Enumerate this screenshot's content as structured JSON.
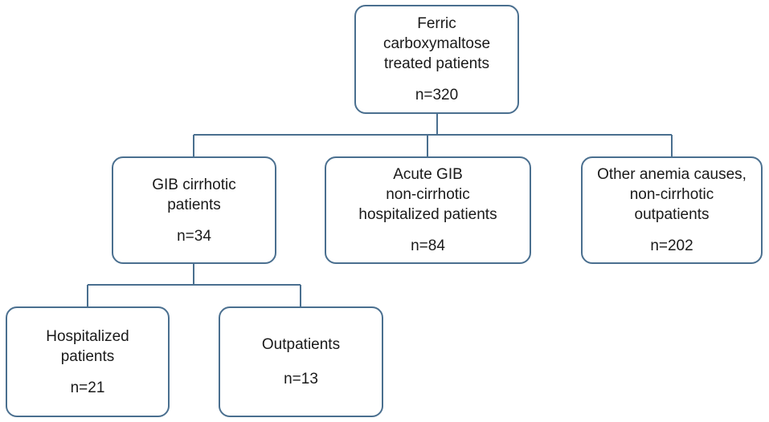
{
  "flowchart": {
    "root": {
      "label": "Ferric\ncarboxymaltose\ntreated patients",
      "count": "n=320"
    },
    "gib_cirrhotic": {
      "label": "GIB cirrhotic\npatients",
      "count": "n=34"
    },
    "acute_gib": {
      "label": "Acute GIB\nnon-cirrhotic\nhospitalized patients",
      "count": "n=84"
    },
    "other_anemia": {
      "label": "Other anemia causes,\nnon-cirrhotic\noutpatients",
      "count": "n=202"
    },
    "hospitalized": {
      "label": "Hospitalized\npatients",
      "count": "n=21"
    },
    "outpatients": {
      "label": "Outpatients",
      "count": "n=13"
    }
  },
  "colors": {
    "box_border": "#4a6f8f",
    "connector": "#4a6f8f",
    "text": "#1a1a1a"
  }
}
